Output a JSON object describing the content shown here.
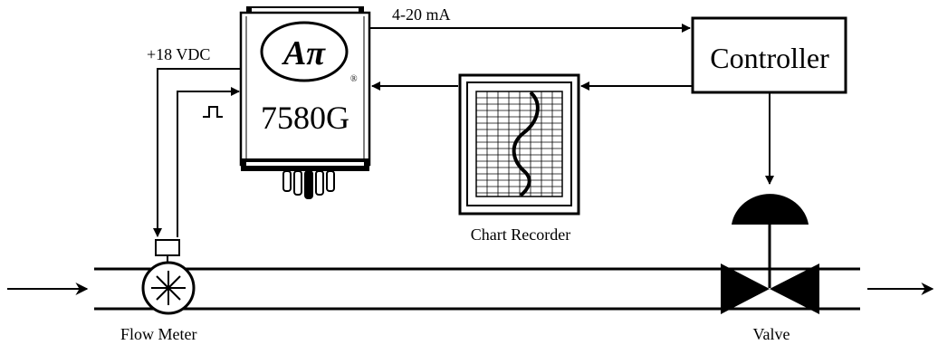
{
  "labels": {
    "signal_out": "4-20 mA",
    "power": "+18 VDC",
    "controller": "Controller",
    "chart_recorder": "Chart Recorder",
    "flow_meter": "Flow Meter",
    "valve": "Valve",
    "device_model": "7580G",
    "logo_text": "Aπ",
    "registered_mark": "®"
  },
  "colors": {
    "line": "#000000",
    "background": "#ffffff",
    "device_body": "#ffffff",
    "device_base": "#000000",
    "recorder_fill": "#ffffff"
  },
  "icons": [
    "pulse-icon",
    "flow-arrow-icon",
    "flow-meter-icon",
    "valve-icon",
    "actuator-icon"
  ]
}
